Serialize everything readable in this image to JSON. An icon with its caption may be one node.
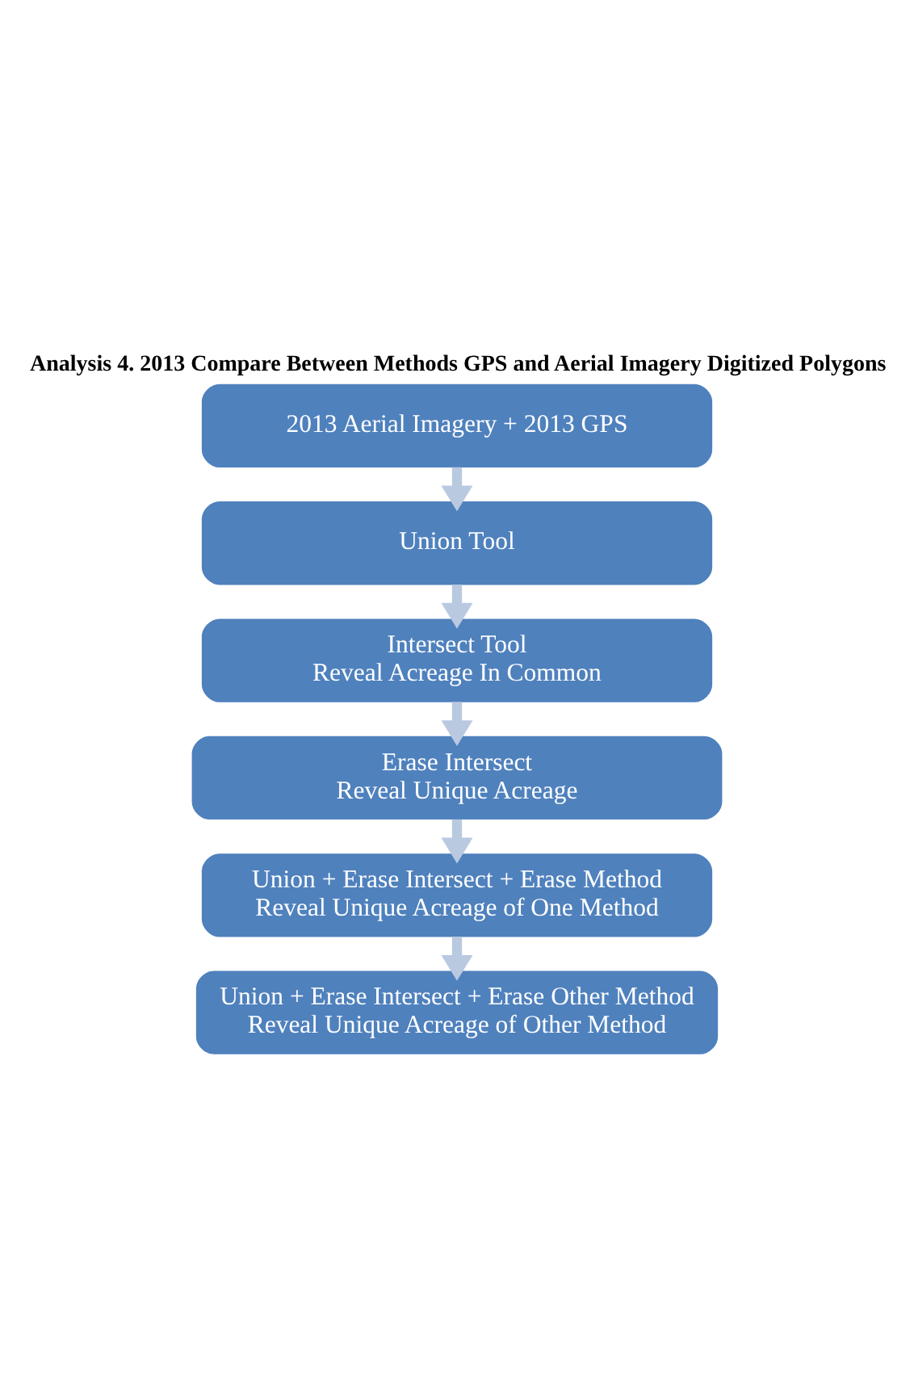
{
  "diagram": {
    "title": "Analysis 4. 2013 Compare Between Methods GPS and Aerial Imagery Digitized Polygons",
    "nodes": [
      {
        "text": [
          "2013 Aerial Imagery + 2013 GPS"
        ]
      },
      {
        "text": [
          "Union Tool"
        ]
      },
      {
        "text": [
          "Intersect Tool",
          "Reveal Acreage In Common"
        ]
      },
      {
        "text": [
          "Erase Intersect",
          "Reveal Unique Acreage"
        ]
      },
      {
        "text": [
          "Union + Erase Intersect + Erase Method",
          "Reveal Unique Acreage of One Method"
        ]
      },
      {
        "text": [
          "Union + Erase Intersect + Erase Other Method",
          "Reveal Unique Acreage of Other Method"
        ]
      }
    ],
    "edges": [
      {
        "from": 0,
        "to": 1,
        "arrow": "to"
      },
      {
        "from": 1,
        "to": 2,
        "arrow": "to"
      },
      {
        "from": 2,
        "to": 3,
        "arrow": "to"
      },
      {
        "from": 3,
        "to": 4,
        "arrow": "to"
      },
      {
        "from": 4,
        "to": 5,
        "arrow": "to"
      }
    ]
  }
}
